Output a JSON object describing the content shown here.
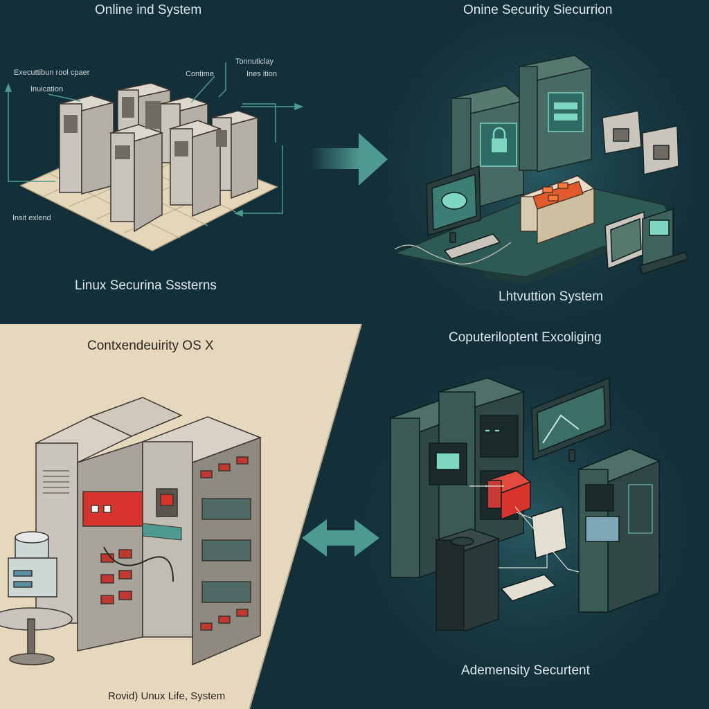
{
  "panels": {
    "top_left": {
      "title": "Online ind System",
      "caption": "Linux Securina Sssterns",
      "annotations": [
        "Executtibun rool cpaer",
        "Inuication",
        "Contime",
        "Tonnuticlay",
        "Ines ition",
        "Insit exlend"
      ]
    },
    "top_right": {
      "title": "Onine Security Siecurrion",
      "caption": "Lhtvuttion System"
    },
    "bottom_left": {
      "title": "Contxendeuirity OS X",
      "caption": "Rovid) Unux Life, System"
    },
    "bottom_right": {
      "title": "Coputeriloptent Excoliging",
      "caption": "Ademensity Securtent"
    }
  },
  "colors": {
    "navy": "#13303a",
    "teal": "#4f9a90",
    "paper": "#e6d8bd",
    "firewall_red": "#d8332c",
    "server_gray": "#c9c5bc",
    "server_green": "#3c5a55"
  }
}
